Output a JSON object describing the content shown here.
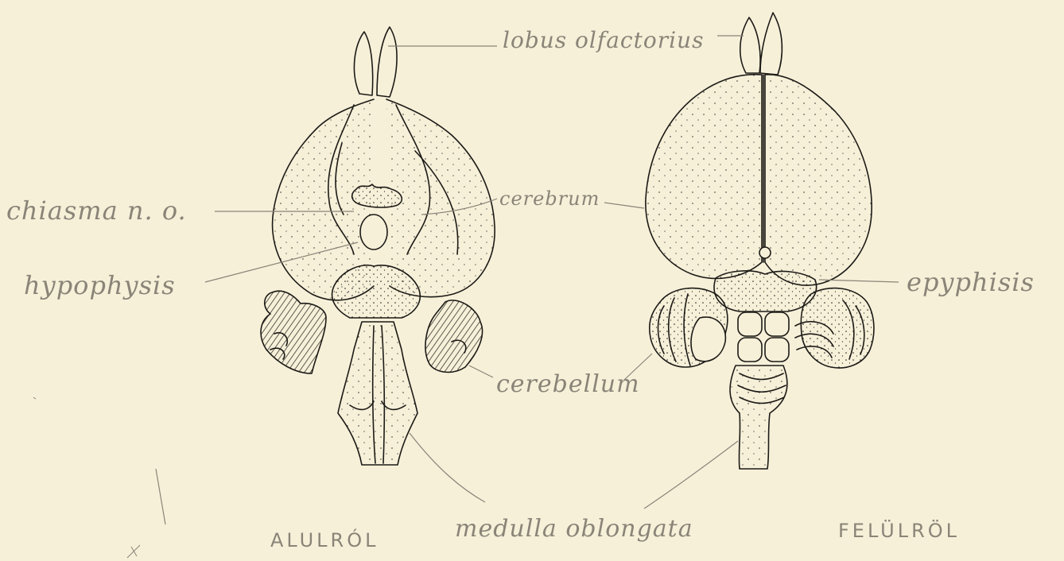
{
  "labels": {
    "lobus_olfactorius": "lobus olfactorius",
    "chiasma": "chiasma n. o.",
    "cerebrum": "cerebrum",
    "hypophysis": "hypophysis",
    "epyphisis": "epyphisis",
    "cerebellum": "cerebellum",
    "medulla_oblongata": "medulla oblongata"
  },
  "captions": {
    "ventral_view": "ALULRÓL",
    "dorsal_view": "FELÜLRÖL"
  },
  "colors": {
    "paper": "#f6f0d9",
    "ink": "#1c1a16",
    "pencil": "#8a8478"
  }
}
